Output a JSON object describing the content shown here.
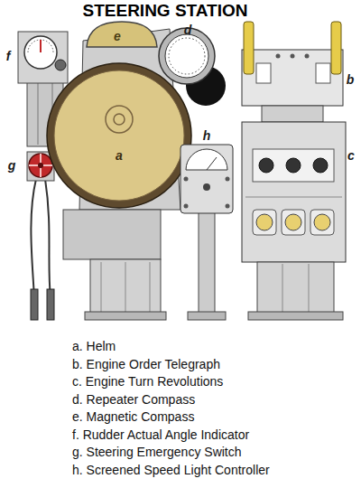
{
  "diagram": {
    "title": "STEERING STATION",
    "labels": [
      "d",
      "e",
      "f",
      "b",
      "h",
      "a",
      "c",
      "g",
      "a. Helm",
      "b. Engine Order Telegraph",
      "c. Engine Turn Revolutions",
      "d. Repeater Compass",
      "e. Magnetic Compass",
      "f. Rudder Actual Angle Indicator",
      "g. Steering Emergency Switch",
      "h. Screened Speed Light Controller"
    ]
  }
}
